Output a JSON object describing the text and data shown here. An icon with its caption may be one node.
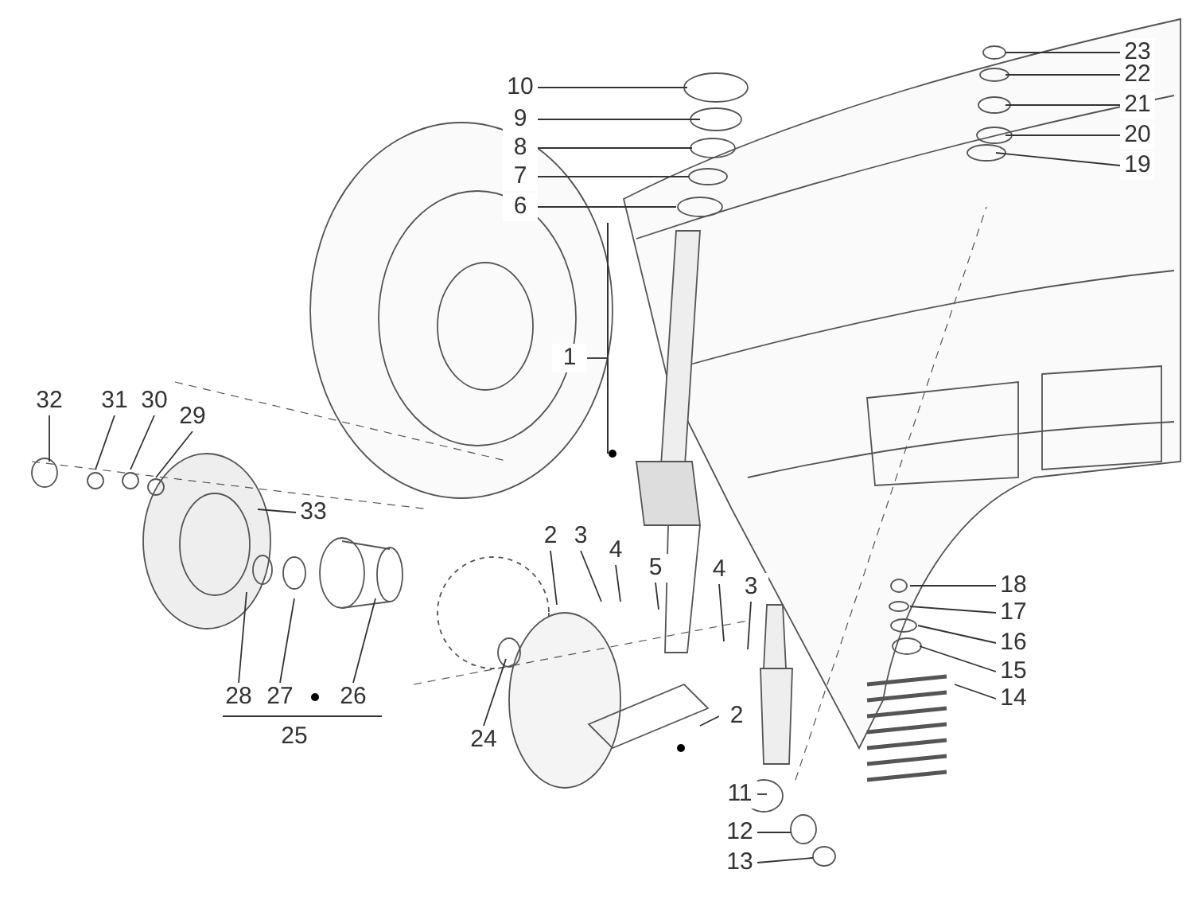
{
  "diagram": {
    "nodes": [
      {
        "text": [
          "10"
        ]
      },
      {
        "text": [
          "23"
        ]
      },
      {
        "text": [
          "9"
        ]
      },
      {
        "text": [
          "22"
        ]
      },
      {
        "text": [
          "21"
        ]
      },
      {
        "text": [
          "8"
        ]
      },
      {
        "text": [
          "20"
        ]
      },
      {
        "text": [
          "7"
        ]
      },
      {
        "text": [
          "19"
        ]
      },
      {
        "text": [
          "6"
        ]
      },
      {
        "text": [
          "1"
        ]
      },
      {
        "text": [
          "32"
        ]
      },
      {
        "text": [
          "31"
        ]
      },
      {
        "text": [
          "30"
        ]
      },
      {
        "text": [
          "29"
        ]
      },
      {
        "text": [
          "33"
        ]
      },
      {
        "text": [
          "2"
        ]
      },
      {
        "text": [
          "3"
        ]
      },
      {
        "text": [
          "4"
        ]
      },
      {
        "text": [
          "18"
        ]
      },
      {
        "text": [
          "5"
        ]
      },
      {
        "text": [
          "17"
        ]
      },
      {
        "text": [
          "4"
        ]
      },
      {
        "text": [
          "16"
        ]
      },
      {
        "text": [
          "3"
        ]
      },
      {
        "text": [
          "15"
        ]
      },
      {
        "text": [
          "14"
        ]
      },
      {
        "text": [
          "2"
        ]
      },
      {
        "text": [
          "28"
        ]
      },
      {
        "text": [
          "27"
        ]
      },
      {
        "text": [
          "26"
        ]
      },
      {
        "text": [
          "24"
        ]
      },
      {
        "text": [
          "25"
        ]
      },
      {
        "text": [
          "11"
        ]
      },
      {
        "text": [
          "12"
        ]
      },
      {
        "text": [
          "13"
        ]
      }
    ],
    "edges": [
      {
        "from": 0,
        "to": null,
        "arrow": "none"
      },
      {
        "from": 1,
        "to": null,
        "arrow": "none"
      },
      {
        "from": 2,
        "to": null,
        "arrow": "none"
      },
      {
        "from": 3,
        "to": null,
        "arrow": "none"
      },
      {
        "from": 4,
        "to": null,
        "arrow": "none"
      },
      {
        "from": 5,
        "to": null,
        "arrow": "none"
      },
      {
        "from": 6,
        "to": null,
        "arrow": "none"
      },
      {
        "from": 7,
        "to": null,
        "arrow": "none"
      },
      {
        "from": 8,
        "to": null,
        "arrow": "none"
      },
      {
        "from": 9,
        "to": null,
        "arrow": "none"
      },
      {
        "from": 10,
        "to": null,
        "arrow": "none"
      },
      {
        "from": 11,
        "to": null,
        "arrow": "none"
      },
      {
        "from": 12,
        "to": null,
        "arrow": "none"
      },
      {
        "from": 13,
        "to": null,
        "arrow": "none"
      },
      {
        "from": 14,
        "to": null,
        "arrow": "none"
      },
      {
        "from": 15,
        "to": null,
        "arrow": "none"
      },
      {
        "from": 16,
        "to": null,
        "arrow": "none"
      },
      {
        "from": 17,
        "to": null,
        "arrow": "none"
      },
      {
        "from": 18,
        "to": null,
        "arrow": "none"
      },
      {
        "from": 19,
        "to": null,
        "arrow": "none"
      },
      {
        "from": 20,
        "to": null,
        "arrow": "none"
      },
      {
        "from": 21,
        "to": null,
        "arrow": "none"
      },
      {
        "from": 22,
        "to": null,
        "arrow": "none"
      },
      {
        "from": 23,
        "to": null,
        "arrow": "none"
      },
      {
        "from": 24,
        "to": null,
        "arrow": "none"
      },
      {
        "from": 25,
        "to": null,
        "arrow": "none"
      },
      {
        "from": 26,
        "to": null,
        "arrow": "none"
      },
      {
        "from": 27,
        "to": null,
        "arrow": "none"
      },
      {
        "from": 28,
        "to": null,
        "arrow": "none"
      },
      {
        "from": 29,
        "to": null,
        "arrow": "none"
      },
      {
        "from": 30,
        "to": null,
        "arrow": "none"
      },
      {
        "from": 31,
        "to": null,
        "arrow": "none"
      },
      {
        "from": 33,
        "to": null,
        "arrow": "none"
      },
      {
        "from": 34,
        "to": null,
        "arrow": "none"
      },
      {
        "from": 35,
        "to": null,
        "arrow": "none"
      }
    ]
  }
}
